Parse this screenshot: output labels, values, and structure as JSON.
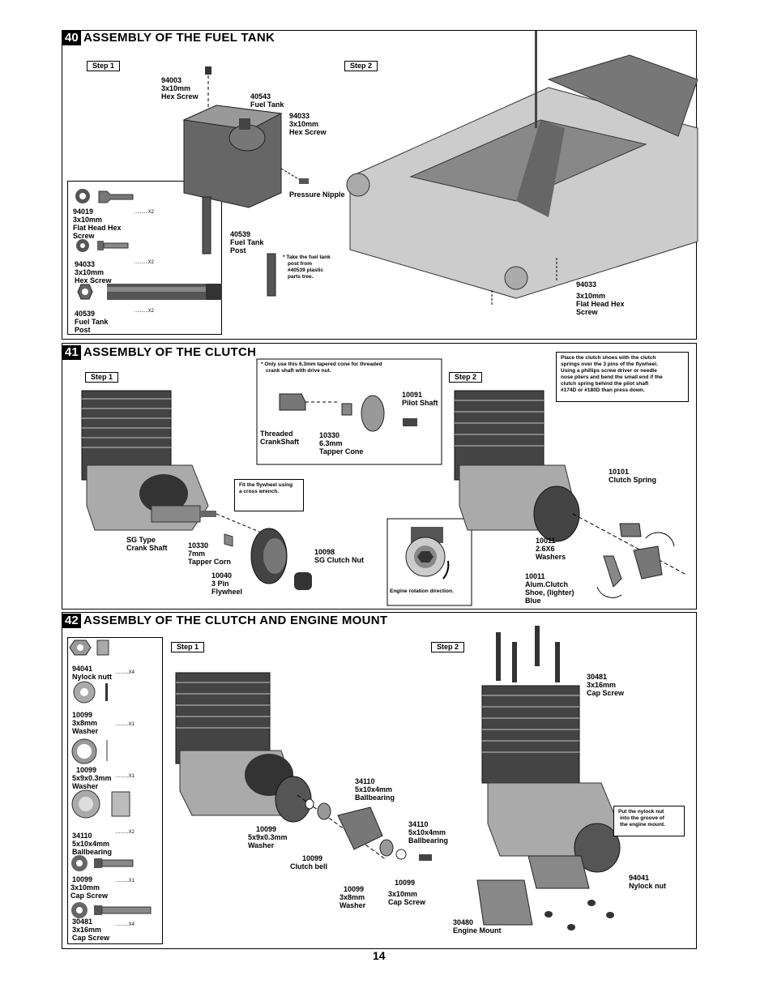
{
  "page_number": "14",
  "sections": {
    "s40": {
      "number": "40",
      "title": "ASSEMBLY OF THE FUEL TANK",
      "step1": "Step 1",
      "step2": "Step 2",
      "parts_box": [
        {
          "code": "94019",
          "desc1": "3x10mm",
          "desc2": "Flat Head Hex",
          "desc3": "Screw",
          "qty": "..........X2"
        },
        {
          "code": "94033",
          "desc1": "3x10mm",
          "desc2": "Hex Screw",
          "qty": "..........X2"
        },
        {
          "code": "40539",
          "desc1": "Fuel Tank",
          "desc2": "Post",
          "qty": "..........X2"
        }
      ],
      "callouts": {
        "screw_top": [
          "94003",
          "3x10mm",
          "Hex Screw"
        ],
        "fuel_tank": [
          "40543",
          "Fuel Tank"
        ],
        "hex_screw": [
          "94033",
          "3x10mm",
          "Hex Screw"
        ],
        "pressure_nipple": [
          "Pressure Nipple"
        ],
        "post": [
          "40539",
          "Fuel Tank",
          "Post"
        ],
        "post_note": [
          "* Take the fuel tank",
          "post from",
          "#40539 plastic",
          "parts tree."
        ],
        "chassis_screw": [
          "94033",
          "3x10mm",
          "Flat Head Hex",
          "Screw"
        ]
      }
    },
    "s41": {
      "number": "41",
      "title": "ASSEMBLY OF THE CLUTCH",
      "step1": "Step 1",
      "step2": "Step 2",
      "inset_note": [
        "* Only use this 6.3mm tapered cone for threaded",
        "crank shaft with drive nut."
      ],
      "inset_labels": {
        "threaded": [
          "Threaded",
          "CrankShaft"
        ],
        "cone": [
          "10330",
          "6.3mm",
          "Tapper Cone"
        ],
        "pilot": [
          "10091",
          "Pilot Shaft"
        ]
      },
      "instruction_note": [
        "Place the clutch shoes with the clutch",
        "springs over the 3 pins of the flywheel.",
        "Using a phillips screw driver or needle",
        "nose pliers and bend the small end if the",
        "clutch spring behind the pilot shaft",
        "#174D or #180D than press down."
      ],
      "flywheel_note": [
        "Fit the flywheel using",
        "a cross wrench."
      ],
      "rotation_note": "Engine rotation direction.",
      "callouts": {
        "crank": [
          "SG Type",
          "Crank Shaft"
        ],
        "cone7": [
          "10330",
          "7mm",
          "Tapper Corn"
        ],
        "flywheel": [
          "10040",
          "3 Pin",
          "Flywheel"
        ],
        "clutch_nut": [
          "10098",
          "SG Clutch Nut"
        ],
        "spring": [
          "10101",
          "Clutch Spring"
        ],
        "washers": [
          "10011",
          "2.6X6",
          "Washers"
        ],
        "shoe": [
          "10011",
          "Alum.Clutch",
          "Shoe, (lighter)",
          "Blue"
        ]
      }
    },
    "s42": {
      "number": "42",
      "title": "ASSEMBLY OF THE CLUTCH AND ENGINE MOUNT",
      "step1": "Step 1",
      "step2": "Step 2",
      "parts_box": [
        {
          "code": "94041",
          "desc1": "Nylock nutt",
          "qty": "..........X4"
        },
        {
          "code": "10099",
          "desc1": "3x8mm",
          "desc2": "Washer",
          "qty": "..........X1"
        },
        {
          "code": "10099",
          "desc1": "5x9x0.3mm",
          "desc2": "Washer",
          "qty": "..........X1"
        },
        {
          "code": "34110",
          "desc1": "5x10x4mm",
          "desc2": "Ballbearing",
          "qty": "..........X2"
        },
        {
          "code": "10099",
          "desc1": "3x10mm",
          "desc2": "Cap Screw",
          "qty": "..........X1"
        },
        {
          "code": "30481",
          "desc1": "3x16mm",
          "desc2": "Cap Screw",
          "qty": "..........X4"
        }
      ],
      "nylock_note": [
        "Put the nylock nut",
        "into the groove of",
        "the engine mount."
      ],
      "callouts": {
        "bb_top": [
          "34110",
          "5x10x4mm",
          "Ballbearing"
        ],
        "washer59": [
          "10099",
          "5x9x0.3mm",
          "Washer"
        ],
        "bb_low": [
          "34110",
          "5x10x4mm",
          "Ballbearing"
        ],
        "bell": [
          "10099",
          "Clutch bell"
        ],
        "washer38": [
          "10099",
          "3x8mm",
          "Washer"
        ],
        "cap3x10": [
          "10099",
          "3x10mm",
          "Cap Screw"
        ],
        "cap3x16": [
          "30481",
          "3x16mm",
          "Cap Screw"
        ],
        "nylock": [
          "94041",
          "Nylock nut"
        ],
        "mount": [
          "30480",
          "Engine Mount"
        ]
      }
    }
  }
}
